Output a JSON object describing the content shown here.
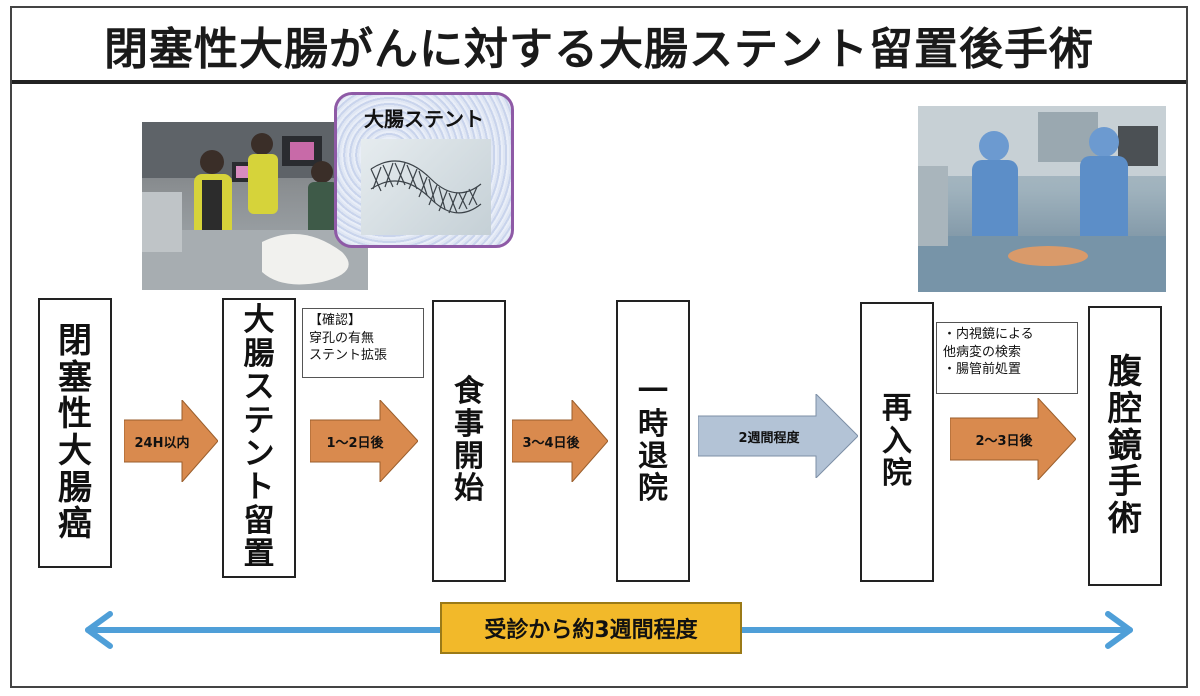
{
  "title": "閉塞性大腸がんに対する大腸ステント留置後手術",
  "stent_label": "大腸ステント",
  "steps": [
    {
      "id": "colon-cancer",
      "label": "閉塞性大腸癌"
    },
    {
      "id": "stent-placement",
      "label": "大腸ステント留置"
    },
    {
      "id": "meal-start",
      "label": "食事開始"
    },
    {
      "id": "discharge",
      "label": "一時退院"
    },
    {
      "id": "readmission",
      "label": "再入院"
    },
    {
      "id": "laparoscopic-surgery",
      "label": "腹腔鏡手術"
    }
  ],
  "arrows": [
    {
      "label": "24H以内",
      "color": "#d98a4e"
    },
    {
      "label": "1〜2日後",
      "color": "#d98a4e"
    },
    {
      "label": "3〜4日後",
      "color": "#d98a4e"
    },
    {
      "label": "2週間程度",
      "color": "#b3c3d6"
    },
    {
      "label": "2〜3日後",
      "color": "#d98a4e"
    }
  ],
  "note_check": [
    "【確認】",
    "穿孔の有無",
    "ステント拡張"
  ],
  "note_pre": [
    "・内視鏡による",
    "他病変の検索",
    "・腸管前処置"
  ],
  "timeline": {
    "label": "受診から約3週間程度",
    "color": "#4f9fd8"
  }
}
